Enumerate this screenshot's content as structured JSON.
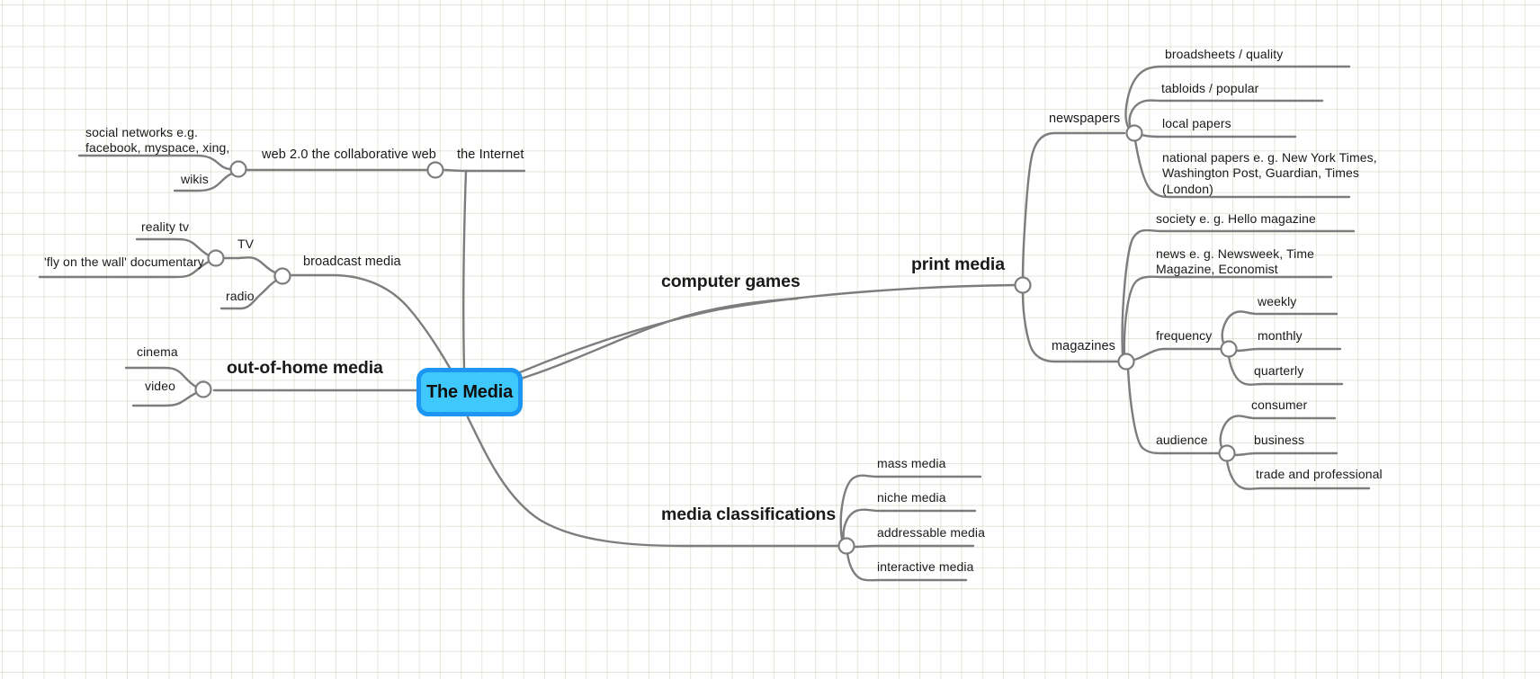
{
  "diagram": {
    "type": "mind-map",
    "background": "#ffffff",
    "grid_color": "#e6ecd8",
    "edge_color": "#7d7d7d",
    "text_color": "#1a1a1a",
    "root": {
      "label": "The Media",
      "fill": "#3FC8FB",
      "border": "#1C96F2"
    },
    "branches": [
      {
        "label": "the Internet",
        "side": "left",
        "children": [
          {
            "label": "web 2.0 the collaborative web",
            "children": [
              {
                "label": "social networks e.g.\nfacebook, myspace, xing,"
              },
              {
                "label": "wikis"
              }
            ]
          }
        ]
      },
      {
        "label": "broadcast media",
        "side": "left",
        "children": [
          {
            "label": "TV",
            "children": [
              {
                "label": "reality tv"
              },
              {
                "label": "'fly on the wall' documentary"
              }
            ]
          },
          {
            "label": "radio"
          }
        ]
      },
      {
        "label": "out-of-home media",
        "side": "left",
        "children": [
          {
            "label": "cinema"
          },
          {
            "label": "video"
          }
        ]
      },
      {
        "label": "computer games",
        "side": "right",
        "children": []
      },
      {
        "label": "print media",
        "side": "right",
        "children": [
          {
            "label": "newspapers",
            "children": [
              {
                "label": "broadsheets / quality"
              },
              {
                "label": "tabloids / popular"
              },
              {
                "label": "local papers"
              },
              {
                "label": "national papers e. g. New York Times,\nWashington Post, Guardian, Times\n(London)"
              }
            ]
          },
          {
            "label": "magazines",
            "children": [
              {
                "label": "society e. g. Hello magazine"
              },
              {
                "label": "news e. g. Newsweek, Time\nMagazine, Economist"
              },
              {
                "label": "frequency",
                "children": [
                  {
                    "label": "weekly"
                  },
                  {
                    "label": "monthly"
                  },
                  {
                    "label": "quarterly"
                  }
                ]
              },
              {
                "label": "audience",
                "children": [
                  {
                    "label": "consumer"
                  },
                  {
                    "label": "business"
                  },
                  {
                    "label": "trade and professional"
                  }
                ]
              }
            ]
          }
        ]
      },
      {
        "label": "media classifications",
        "side": "right",
        "children": [
          {
            "label": "mass media"
          },
          {
            "label": "niche media"
          },
          {
            "label": "addressable media"
          },
          {
            "label": "interactive media"
          }
        ]
      }
    ]
  },
  "labels": {
    "the_internet": "the Internet",
    "web20": "web 2.0 the collaborative web",
    "social_networks": "social networks e.g.\nfacebook, myspace, xing,",
    "wikis": "wikis",
    "broadcast_media": "broadcast media",
    "tv": "TV",
    "reality_tv": "reality tv",
    "fly_on_the_wall": "'fly on the wall' documentary",
    "radio": "radio",
    "out_of_home_media": "out-of-home media",
    "cinema": "cinema",
    "video": "video",
    "computer_games": "computer games",
    "print_media": "print media",
    "newspapers": "newspapers",
    "broadsheets": "broadsheets / quality",
    "tabloids": "tabloids / popular",
    "local_papers": "local papers",
    "national_papers": "national papers e. g. New York Times,\nWashington Post, Guardian, Times\n(London)",
    "magazines": "magazines",
    "society": "society e. g. Hello magazine",
    "news": "news e. g. Newsweek, Time\nMagazine, Economist",
    "frequency": "frequency",
    "weekly": "weekly",
    "monthly": "monthly",
    "quarterly": "quarterly",
    "audience": "audience",
    "consumer": "consumer",
    "business": "business",
    "trade_professional": "trade and professional",
    "media_classifications": "media classifications",
    "mass_media": "mass media",
    "niche_media": "niche media",
    "addressable_media": "addressable media",
    "interactive_media": "interactive media",
    "root": "The Media"
  }
}
